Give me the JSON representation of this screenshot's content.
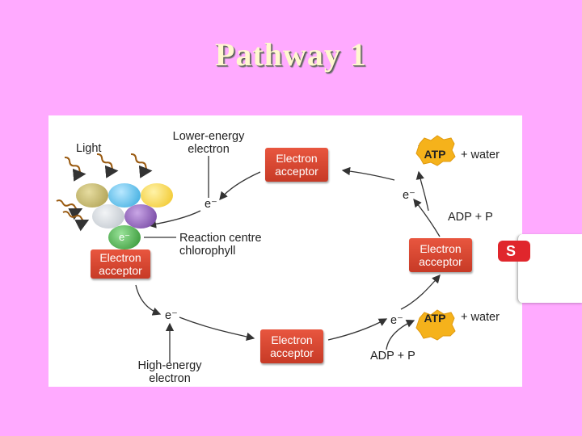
{
  "slide": {
    "title": "Pathway 1"
  },
  "diagram": {
    "light_label": "Light",
    "lower_energy": [
      "Lower-energy",
      "electron"
    ],
    "reaction_centre": [
      "Reaction centre",
      "chlorophyll"
    ],
    "high_energy": [
      "High-energy",
      "electron"
    ],
    "electron_symbol": "e⁻",
    "acceptors": [
      {
        "line1": "Electron",
        "line2": "acceptor"
      },
      {
        "line1": "Electron",
        "line2": "acceptor"
      },
      {
        "line1": "Electron",
        "line2": "acceptor"
      },
      {
        "line1": "Electron",
        "line2": "acceptor"
      }
    ],
    "atp_label": "ATP",
    "plus_water": "+ water",
    "adp_p": "ADP + P",
    "side_button_text": "S",
    "colors": {
      "acceptor": "#d9452f",
      "atp": "#f5b21b",
      "pigments": [
        "#b7aa5a",
        "#3fb6e8",
        "#f6d02e",
        "#c9cfd6",
        "#7a4aa8",
        "#3aa23a"
      ],
      "light_wave": "#9a5b12"
    }
  }
}
